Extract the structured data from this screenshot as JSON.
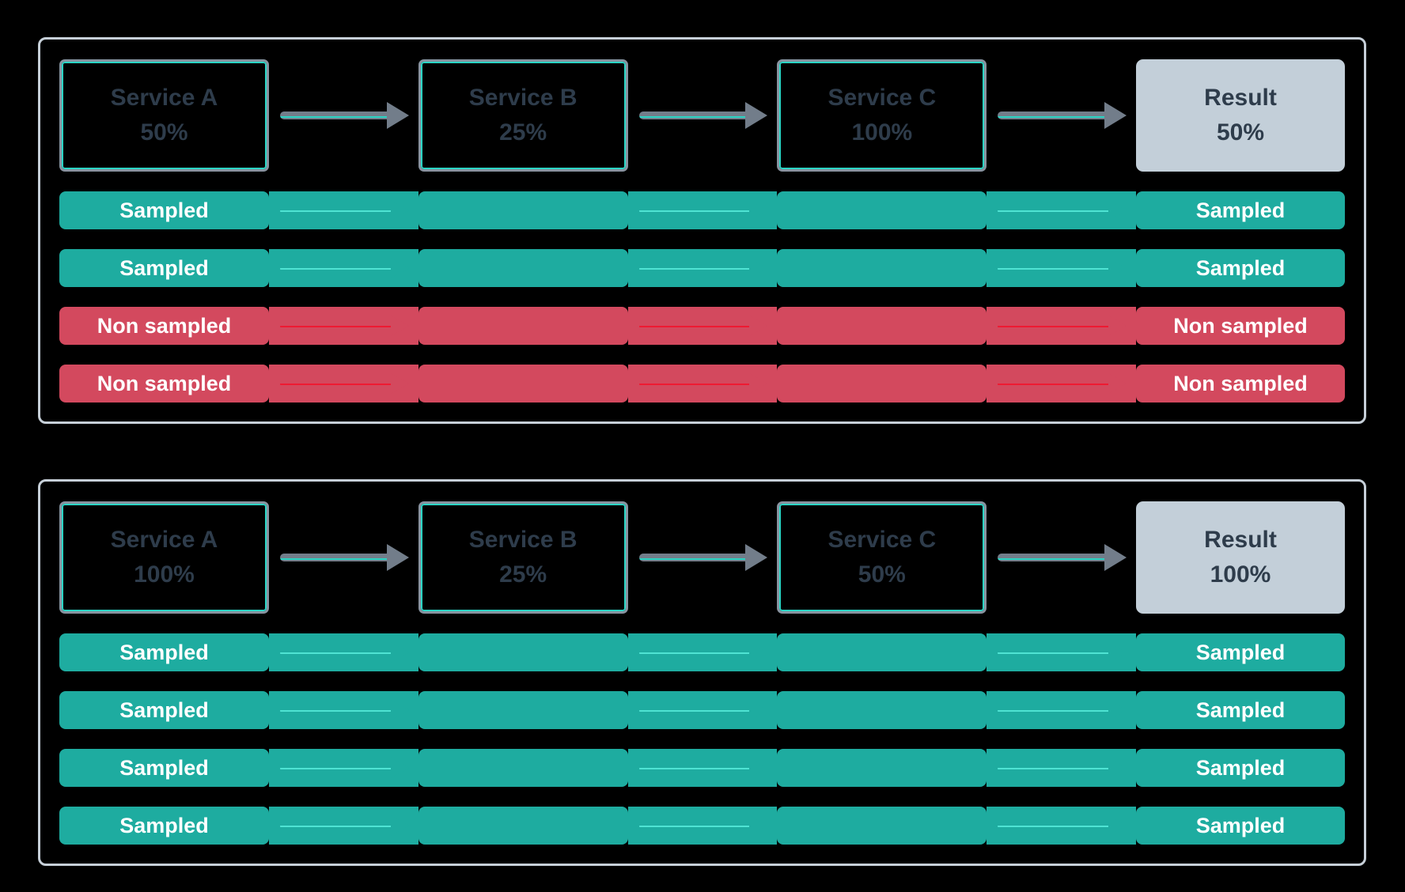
{
  "colors": {
    "background": "#000000",
    "panel_border": "#c6cfd8",
    "service_box_border": "#8893a0",
    "service_box_accent": "#2bd5c5",
    "dark_text": "#2e3c4b",
    "result_box_bg": "#c3cfd9",
    "sampled": "#1eaca0",
    "non_sampled": "#d3495e",
    "flow_arrow_gray": "#727d8a",
    "row_label_text": "#ffffff"
  },
  "panels": [
    {
      "services": [
        {
          "label": "Service A",
          "pct": "50%"
        },
        {
          "label": "Service B",
          "pct": "25%"
        },
        {
          "label": "Service C",
          "pct": "100%"
        }
      ],
      "result": {
        "label": "Result",
        "pct": "50%"
      },
      "rows": [
        {
          "left": "Sampled",
          "right": "Sampled",
          "status": "sampled"
        },
        {
          "left": "Sampled",
          "right": "Sampled",
          "status": "sampled"
        },
        {
          "left": "Non sampled",
          "right": "Non sampled",
          "status": "non-sampled"
        },
        {
          "left": "Non sampled",
          "right": "Non sampled",
          "status": "non-sampled"
        }
      ]
    },
    {
      "services": [
        {
          "label": "Service A",
          "pct": "100%"
        },
        {
          "label": "Service B",
          "pct": "25%"
        },
        {
          "label": "Service C",
          "pct": "50%"
        }
      ],
      "result": {
        "label": "Result",
        "pct": "100%"
      },
      "rows": [
        {
          "left": "Sampled",
          "right": "Sampled",
          "status": "sampled"
        },
        {
          "left": "Sampled",
          "right": "Sampled",
          "status": "sampled"
        },
        {
          "left": "Sampled",
          "right": "Sampled",
          "status": "sampled"
        },
        {
          "left": "Sampled",
          "right": "Sampled",
          "status": "sampled"
        }
      ]
    }
  ]
}
